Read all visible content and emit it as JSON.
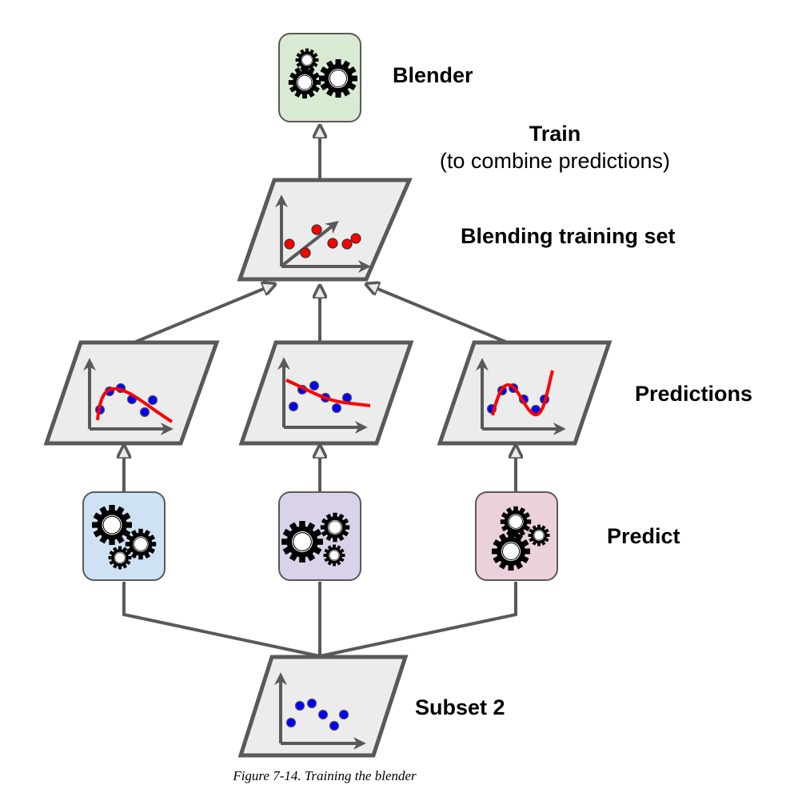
{
  "diagram": {
    "title": "Training the blender",
    "labels": {
      "blender": "Blender",
      "train": "Train",
      "train_sub": "(to combine predictions)",
      "blending_set": "Blending training set",
      "predictions": "Predictions",
      "predict": "Predict",
      "subset": "Subset 2"
    },
    "caption": "Figure 7-14. Training the blender",
    "colors": {
      "stroke": "#595959",
      "panel_fill": "#ececec",
      "blender_fill": "#d9ead3",
      "predictor_1_fill": "#cfe2f3",
      "predictor_2_fill": "#d9d2e9",
      "predictor_3_fill": "#ead1dc",
      "blue_point": "#0000ff",
      "red_point": "#ff0000",
      "fit_curve": "#ff0000",
      "gear": "#000000"
    },
    "nodes": [
      {
        "id": "blender",
        "kind": "model",
        "icon": "gears-icon"
      },
      {
        "id": "blending-set",
        "kind": "dataset",
        "points": "red"
      },
      {
        "id": "prediction-1",
        "kind": "dataset",
        "points": "blue",
        "fit": "peak-then-decline"
      },
      {
        "id": "prediction-2",
        "kind": "dataset",
        "points": "blue",
        "fit": "decreasing-curve"
      },
      {
        "id": "prediction-3",
        "kind": "dataset",
        "points": "blue",
        "fit": "wave"
      },
      {
        "id": "predictor-1",
        "kind": "model",
        "icon": "gears-icon"
      },
      {
        "id": "predictor-2",
        "kind": "model",
        "icon": "gears-icon"
      },
      {
        "id": "predictor-3",
        "kind": "model",
        "icon": "gears-icon"
      },
      {
        "id": "subset-2",
        "kind": "dataset",
        "points": "blue"
      }
    ],
    "edges": [
      {
        "from": "subset-2",
        "to": "predictor-1"
      },
      {
        "from": "subset-2",
        "to": "predictor-2"
      },
      {
        "from": "subset-2",
        "to": "predictor-3"
      },
      {
        "from": "predictor-1",
        "to": "prediction-1"
      },
      {
        "from": "predictor-2",
        "to": "prediction-2"
      },
      {
        "from": "predictor-3",
        "to": "prediction-3"
      },
      {
        "from": "prediction-1",
        "to": "blending-set"
      },
      {
        "from": "prediction-2",
        "to": "blending-set"
      },
      {
        "from": "prediction-3",
        "to": "blending-set"
      },
      {
        "from": "blending-set",
        "to": "blender"
      }
    ]
  }
}
